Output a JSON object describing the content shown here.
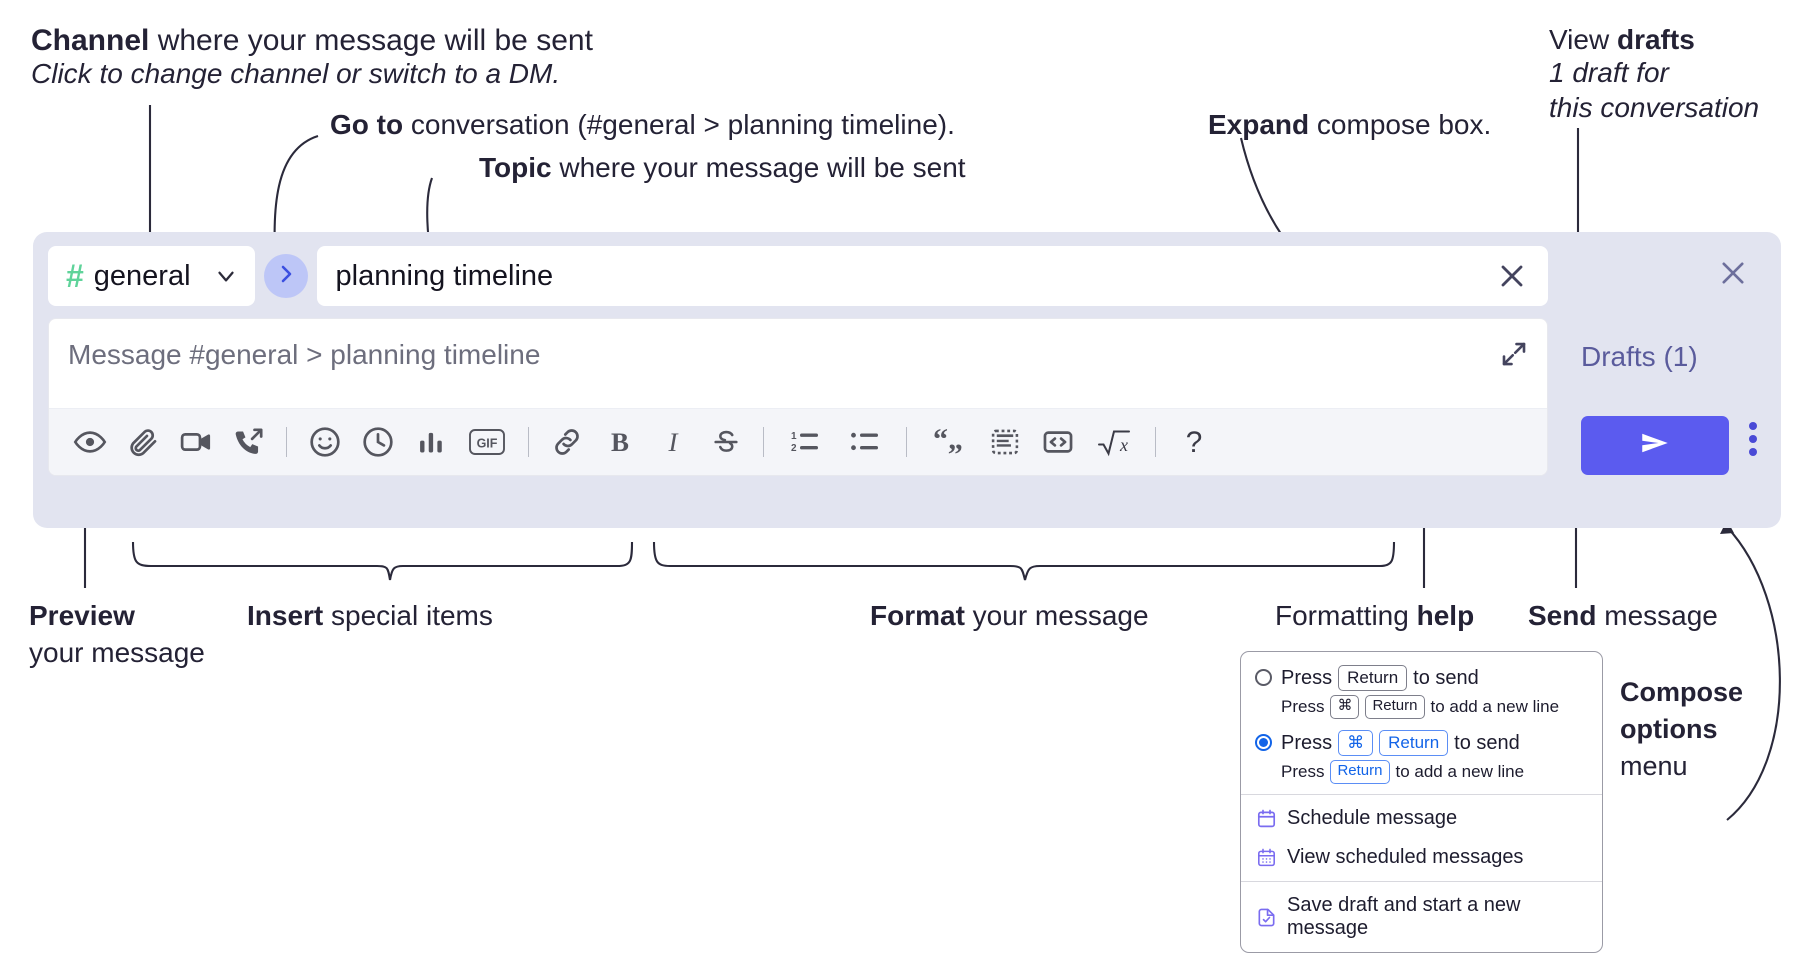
{
  "annotations": {
    "channel": {
      "bold": "Channel",
      "rest": " where your message will be sent",
      "sub": "Click to change channel or switch to a DM."
    },
    "goto": {
      "bold": "Go to",
      "rest": " conversation (#general > planning timeline)."
    },
    "topic": {
      "bold": "Topic",
      "rest": " where your message will be sent"
    },
    "expand": {
      "bold": "Expand",
      "rest": " compose box."
    },
    "drafts": {
      "line1_plain": "View ",
      "line1_bold": "drafts",
      "line2": "1 draft for",
      "line3": "this conversation"
    },
    "preview": {
      "bold": "Preview",
      "rest": "your message"
    },
    "insert": {
      "bold": "Insert",
      "rest": " special items"
    },
    "format": {
      "bold": "Format",
      "rest": " your message"
    },
    "help": {
      "plain": "Formatting ",
      "bold": "help"
    },
    "send": {
      "bold": "Send",
      "rest": " message"
    },
    "compose_menu": {
      "bold1": "Compose",
      "bold2": "options",
      "rest": "menu"
    }
  },
  "compose": {
    "channel_name": "general",
    "hash_symbol": "#",
    "topic_value": "planning timeline",
    "message_placeholder": "Message #general > planning timeline",
    "toolbar": [
      {
        "name": "preview-icon",
        "label": "Preview"
      },
      {
        "name": "attachment-icon",
        "label": "Attach file"
      },
      {
        "name": "video-camera-icon",
        "label": "Record video clip"
      },
      {
        "name": "phone-forward-icon",
        "label": "Record audio clip"
      },
      {
        "name": "divider",
        "label": ""
      },
      {
        "name": "emoji-icon",
        "label": "Emoji"
      },
      {
        "name": "clock-icon",
        "label": "Schedule"
      },
      {
        "name": "bar-chart-icon",
        "label": "Poll"
      },
      {
        "name": "gif-icon",
        "label": "GIF"
      },
      {
        "name": "divider",
        "label": ""
      },
      {
        "name": "link-icon",
        "label": "Link"
      },
      {
        "name": "bold-icon",
        "label": "Bold"
      },
      {
        "name": "italic-icon",
        "label": "Italic"
      },
      {
        "name": "strikethrough-icon",
        "label": "Strikethrough"
      },
      {
        "name": "divider",
        "label": ""
      },
      {
        "name": "ordered-list-icon",
        "label": "Ordered list"
      },
      {
        "name": "bulleted-list-icon",
        "label": "Bulleted list"
      },
      {
        "name": "divider",
        "label": ""
      },
      {
        "name": "blockquote-icon",
        "label": "Blockquote"
      },
      {
        "name": "code-block-icon",
        "label": "Code block"
      },
      {
        "name": "inline-code-icon",
        "label": "Code"
      },
      {
        "name": "math-icon",
        "label": "Math"
      },
      {
        "name": "divider",
        "label": ""
      },
      {
        "name": "help-icon",
        "label": "Formatting help"
      }
    ],
    "gif_label": "GIF",
    "help_label": "?",
    "drafts_label": "Drafts (1)"
  },
  "menu": {
    "options": [
      {
        "selected": false,
        "prefix": "Press",
        "keys": [
          "Return"
        ],
        "suffix": "to send",
        "sub_prefix": "Press",
        "sub_keys": [
          "⌘",
          "Return"
        ],
        "sub_suffix": "to add a new line"
      },
      {
        "selected": true,
        "prefix": "Press",
        "keys": [
          "⌘",
          "Return"
        ],
        "suffix": "to send",
        "sub_prefix": "Press",
        "sub_keys": [
          "Return"
        ],
        "sub_suffix": "to add a new line"
      }
    ],
    "items": [
      {
        "icon": "calendar-icon",
        "label": "Schedule message"
      },
      {
        "icon": "calendar-grid-icon",
        "label": "View scheduled messages"
      },
      {
        "icon": "save-draft-icon",
        "label": "Save draft and start a new message"
      }
    ]
  },
  "colors": {
    "panel_bg": "#e2e4f0",
    "accent_send": "#5b5bef",
    "hash_green": "#5fd39a",
    "go_button_bg": "#bdc6f7",
    "drafts_text": "#5a5b9c",
    "menu_blue": "#1264e8",
    "menu_icon_purple": "#7a6cf0"
  }
}
